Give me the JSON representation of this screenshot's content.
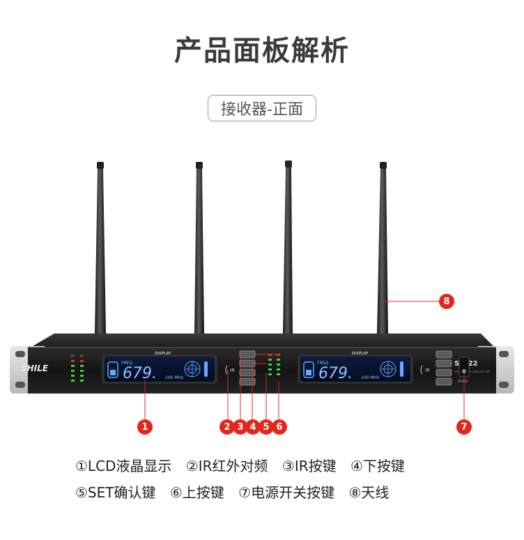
{
  "page": {
    "title": "产品面板解析",
    "subtitle": "接收器-正面"
  },
  "device": {
    "brand": "SHILE",
    "model": "SH-22",
    "model_sub": "MICROPHONE WIRELESS UHF",
    "display_label": "DISPLAY",
    "lcd_left": {
      "freq_label": "FREQ",
      "freq_value": "679.",
      "freq_unit": "100 MHz"
    },
    "lcd_right": {
      "freq_label": "FREQ",
      "freq_value": "679.",
      "freq_unit": "100 MHz"
    },
    "ir_label": "IR",
    "power_label": "POWER",
    "meter_labels": [
      "RF",
      "AF"
    ]
  },
  "markers": [
    "1",
    "2",
    "3",
    "4",
    "5",
    "6",
    "7",
    "8"
  ],
  "legend": {
    "row1": [
      "①LCD液晶显示",
      "②IR红外对频",
      "③IR按键",
      "④下按键"
    ],
    "row2": [
      "⑤SET确认键",
      "⑥上按键",
      "⑦电源开关按键",
      "⑧天线"
    ]
  }
}
